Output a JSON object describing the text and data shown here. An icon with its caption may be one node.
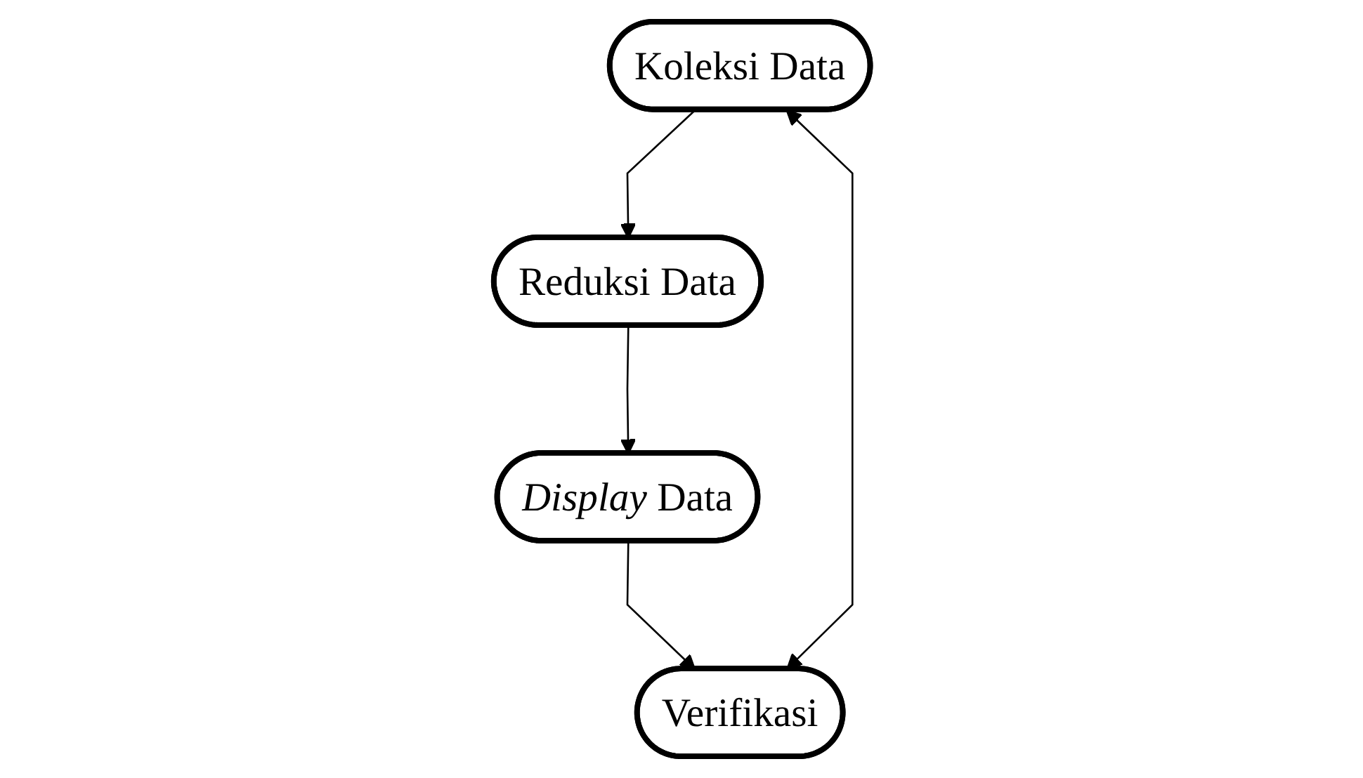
{
  "diagram": {
    "nodes": [
      {
        "text": [
          "Koleksi Data"
        ]
      },
      {
        "text": [
          "Reduksi Data"
        ]
      },
      {
        "text": [
          "*Display* Data"
        ]
      },
      {
        "text": [
          "Verifikasi"
        ]
      }
    ],
    "edges": [
      {
        "from": 0,
        "to": 1,
        "arrow": "to"
      },
      {
        "from": 1,
        "to": 2,
        "arrow": "to"
      },
      {
        "from": 2,
        "to": 3,
        "arrow": "to"
      },
      {
        "from": 3,
        "to": 0,
        "arrow": "both"
      }
    ]
  }
}
